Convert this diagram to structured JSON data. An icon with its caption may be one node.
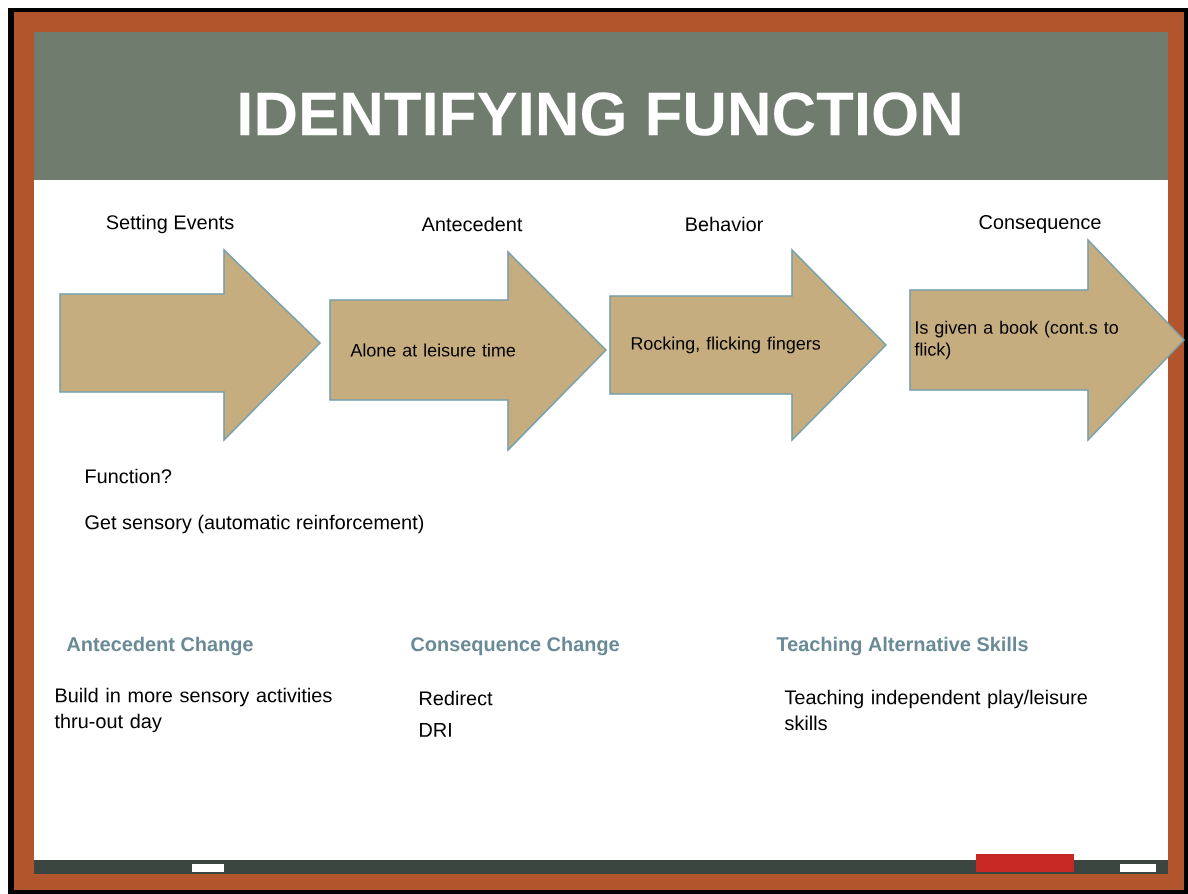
{
  "diagram": {
    "title": "IDENTIFYING FUNCTION",
    "nodes": [
      {
        "text": [],
        "shape": "arrow",
        "beside": [
          "Setting Events"
        ]
      },
      {
        "text": [
          "Alone at leisure time"
        ],
        "beside": [
          "Antecedent"
        ]
      },
      {
        "text": [
          "Rocking, flicking fingers"
        ],
        "beside": [
          "Behavior"
        ]
      },
      {
        "text": [
          "Is given a book (cont.s to flick)"
        ],
        "beside": [
          "Consequence"
        ]
      }
    ],
    "labels": [
      "Function?",
      "Get sensory (automatic reinforcement)",
      "Antecedent Change",
      "Consequence Change",
      "Teaching Alternative Skills",
      "Build in more sensory activities thru-out day",
      "Redirect",
      "DRI",
      "Teaching independent play/leisure skills"
    ]
  }
}
